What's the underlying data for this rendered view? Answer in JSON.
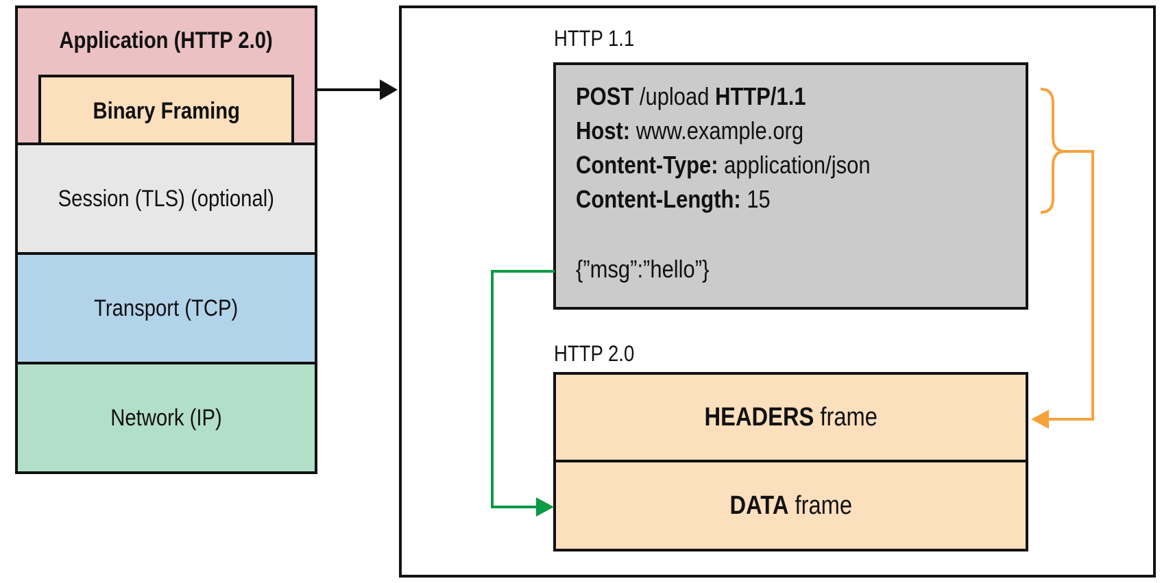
{
  "stack": {
    "application": "Application (HTTP 2.0)",
    "binary_framing": "Binary Framing",
    "session": "Session (TLS) (optional)",
    "transport": "Transport (TCP)",
    "network": "Network (IP)"
  },
  "http11": {
    "label": "HTTP 1.1",
    "request_method": "POST",
    "request_path": " /upload ",
    "request_version": "HTTP/1.1",
    "host_key": "Host:",
    "host_value": " www.example.org",
    "content_type_key": "Content-Type:",
    "content_type_value": " application/json",
    "content_length_key": "Content-Length:",
    "content_length_value": " 15",
    "body": "{”msg”:”hello”}"
  },
  "http20": {
    "label": "HTTP 2.0",
    "headers_frame_bold": "HEADERS",
    "headers_frame_rest": " frame",
    "data_frame_bold": "DATA",
    "data_frame_rest": " frame"
  },
  "colors": {
    "application": "#ebc1c3",
    "binary_framing": "#fcdfbd",
    "session": "#e7e7e7",
    "transport": "#b2d4eb",
    "network": "#b2dfc8",
    "http11_box": "#cbcbcb",
    "frames": "#fcdfbd",
    "headers_arrow": "#f7a13b",
    "data_arrow": "#0b9a46"
  }
}
